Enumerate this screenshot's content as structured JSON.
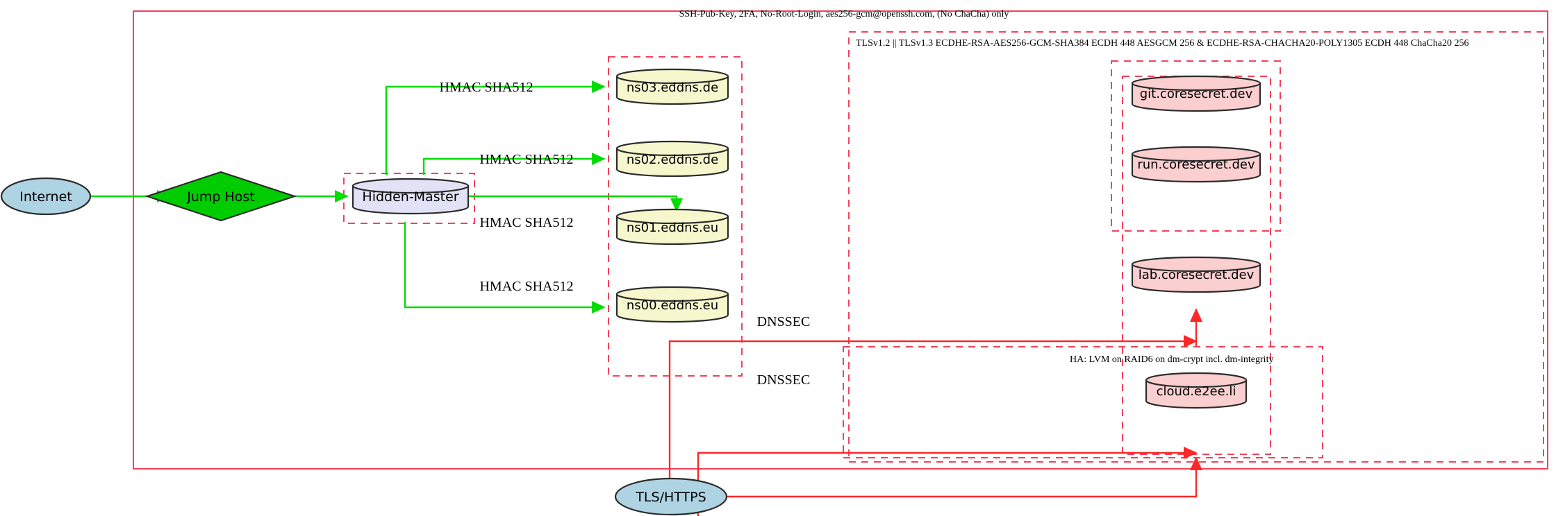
{
  "diagram": {
    "title_label": "SSH-Pub-Key, 2FA, No-Root-Login, aes256-gcm@openssh.com, (No ChaCha) only",
    "tls_cluster_label": "TLSv1.2 || TLSv1.3 ECDHE-RSA-AES256-GCM-SHA384 ECDH 448 AESGCM 256 & ECDHE-RSA-CHACHA20-POLY1305 ECDH 448 ChaCha20 256",
    "ha_cluster_label": "HA: LVM on RAID6 on dm-crypt incl. dm-integrity",
    "colors": {
      "frame_red": "#f4425a",
      "edge_green": "#00dd00",
      "edge_red": "#fc2828",
      "dns_node_fill": "#f7f7ce",
      "service_node_fill": "#fbcfcf",
      "master_node_fill": "#e2e2f6",
      "endpoint_fill": "#aed3e2",
      "jump_host_fill": "#00cc00",
      "node_stroke": "#2b2b2b"
    },
    "nodes": {
      "internet": "Internet",
      "jump_host": "Jump Host",
      "hidden_master": "Hidden-Master",
      "ns03": "ns03.eddns.de",
      "ns02": "ns02.eddns.de",
      "ns01": "ns01.eddns.eu",
      "ns00": "ns00.eddns.eu",
      "git": "git.coresecret.dev",
      "run": "run.coresecret.dev",
      "lab": "lab.coresecret.dev",
      "cloud": "cloud.e2ee.li",
      "tls_https": "TLS/HTTPS"
    },
    "edge_labels": {
      "hmac_ns03": "HMAC SHA512",
      "hmac_ns02": "HMAC SHA512",
      "hmac_ns01": "HMAC SHA512",
      "hmac_ns00": "HMAC SHA512",
      "dnssec_upper": "DNSSEC",
      "dnssec_lower": "DNSSEC"
    }
  }
}
